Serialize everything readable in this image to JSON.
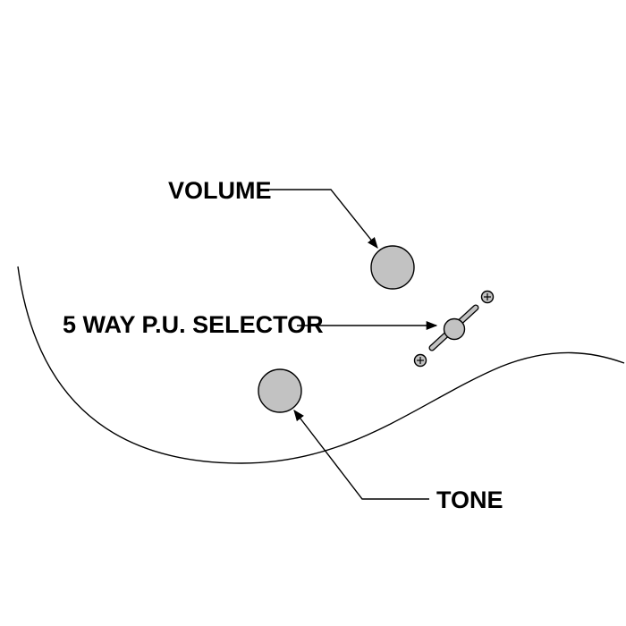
{
  "labels": {
    "volume": "VOLUME",
    "selector": "5 WAY P.U. SELECTOR",
    "tone": "TONE"
  },
  "colors": {
    "control_fill": "#c2c2c2",
    "line": "#000000",
    "background": "#ffffff"
  },
  "icons": [
    "volume-knob",
    "tone-knob",
    "pickup-selector-switch",
    "screw-icon"
  ]
}
